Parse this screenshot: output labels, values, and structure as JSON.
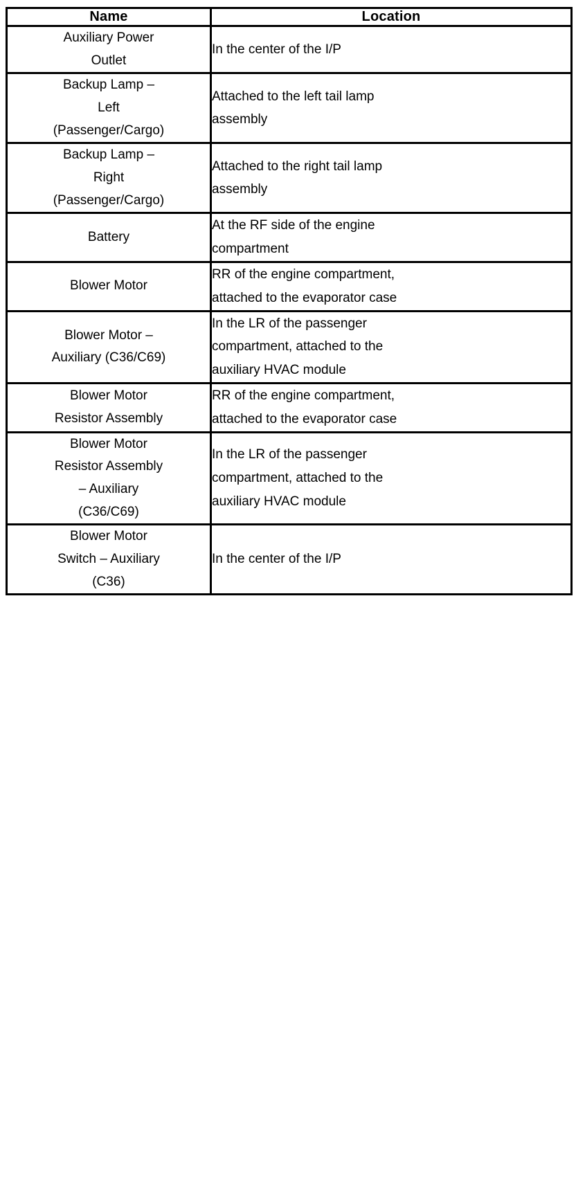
{
  "table": {
    "headers": {
      "name": "Name",
      "location": "Location"
    },
    "rows": [
      {
        "name_lines": [
          "Auxiliary Power",
          "Outlet"
        ],
        "location_lines": [
          "In the center of the I/P"
        ]
      },
      {
        "name_lines": [
          "Backup Lamp –",
          "Left",
          "(Passenger/Cargo)"
        ],
        "location_lines": [
          "Attached to the left tail lamp",
          "assembly"
        ]
      },
      {
        "name_lines": [
          "Backup Lamp –",
          "Right",
          "(Passenger/Cargo)"
        ],
        "location_lines": [
          "Attached to the right tail lamp",
          "assembly"
        ]
      },
      {
        "name_lines": [
          "Battery"
        ],
        "location_lines": [
          "At the RF side of the engine",
          "compartment"
        ]
      },
      {
        "name_lines": [
          "Blower Motor"
        ],
        "location_lines": [
          "RR of the engine compartment,",
          "attached to the evaporator case"
        ]
      },
      {
        "name_lines": [
          "Blower Motor –",
          "Auxiliary (C36/C69)"
        ],
        "location_lines": [
          "In the LR of the passenger",
          "compartment, attached to the",
          "auxiliary HVAC module"
        ]
      },
      {
        "name_lines": [
          "Blower Motor",
          "Resistor Assembly"
        ],
        "location_lines": [
          "RR of the engine compartment,",
          "attached to the evaporator case"
        ]
      },
      {
        "name_lines": [
          "Blower Motor",
          "Resistor Assembly",
          "– Auxiliary",
          "(C36/C69)"
        ],
        "location_lines": [
          "In the LR of the passenger",
          "compartment, attached to the",
          "auxiliary HVAC module"
        ]
      },
      {
        "name_lines": [
          "Blower Motor",
          "Switch – Auxiliary",
          "(C36)"
        ],
        "location_lines": [
          "In the center of the I/P"
        ]
      }
    ]
  }
}
